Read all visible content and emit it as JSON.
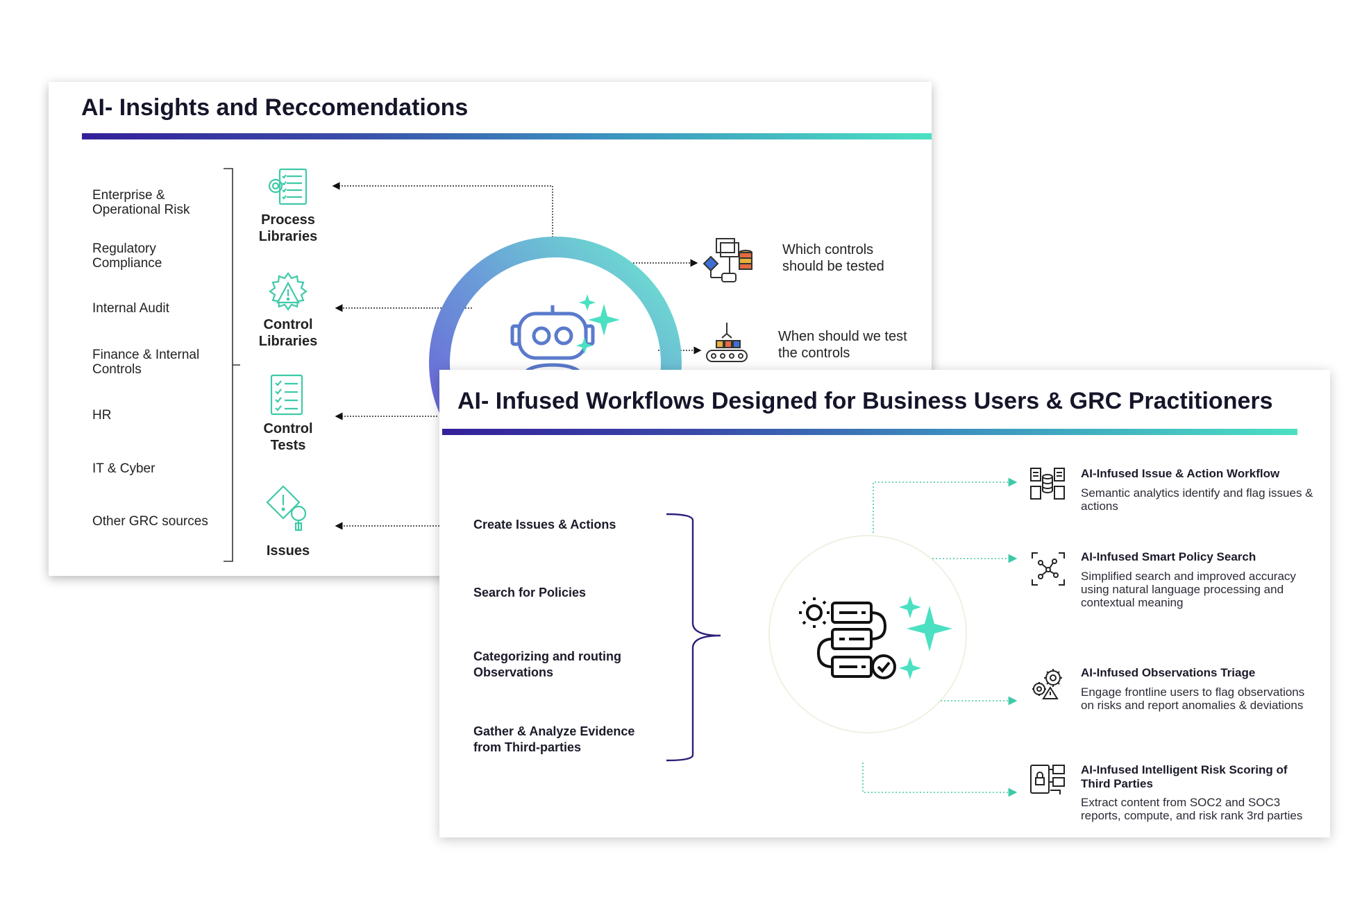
{
  "slide1": {
    "title": "AI- Insights and Reccomendations",
    "sources": [
      "Enterprise & Operational Risk",
      "Regulatory Compliance",
      "Internal Audit",
      "Finance & Internal Controls",
      "HR",
      "IT & Cyber",
      "Other GRC sources"
    ],
    "libraries": [
      {
        "label": "Process Libraries",
        "icon": "process-list-icon"
      },
      {
        "label": "Control Libraries",
        "icon": "warning-gear-icon"
      },
      {
        "label": "Control Tests",
        "icon": "checklist-icon"
      },
      {
        "label": "Issues",
        "icon": "issue-search-icon"
      }
    ],
    "questions": [
      {
        "text": "Which controls should be tested",
        "icon": "flowchart-database-icon"
      },
      {
        "text": "When should we test the controls",
        "icon": "conveyor-robot-icon"
      }
    ],
    "center_icon": "robot-sparkle-icon"
  },
  "slide2": {
    "title": "AI- Infused Workflows Designed for Business Users & GRC Practitioners",
    "workflows": [
      "Create Issues & Actions",
      "Search for Policies",
      "Categorizing and routing Observations",
      "Gather & Analyze Evidence from Third-parties"
    ],
    "center_icon": "workflow-sparkle-icon",
    "features": [
      {
        "title": "AI-Infused Issue & Action Workflow",
        "desc": "Semantic analytics identify and flag issues & actions",
        "icon": "documents-database-icon"
      },
      {
        "title": "AI-Infused Smart Policy Search",
        "desc": "Simplified search and improved accuracy using natural language processing and contextual meaning",
        "icon": "scan-network-icon"
      },
      {
        "title": "AI-Infused Observations Triage",
        "desc": "Engage frontline users to flag observations on risks and report anomalies & deviations",
        "icon": "gears-alert-icon"
      },
      {
        "title": "AI-Infused Intelligent Risk Scoring of Third Parties",
        "desc": "Extract content from SOC2 and SOC3 reports, compute, and risk rank 3rd parties",
        "icon": "lock-document-icon"
      }
    ]
  },
  "colors": {
    "accent_purple": "#34209a",
    "accent_teal": "#4be0c2",
    "icon_teal": "#3ec9a8"
  }
}
